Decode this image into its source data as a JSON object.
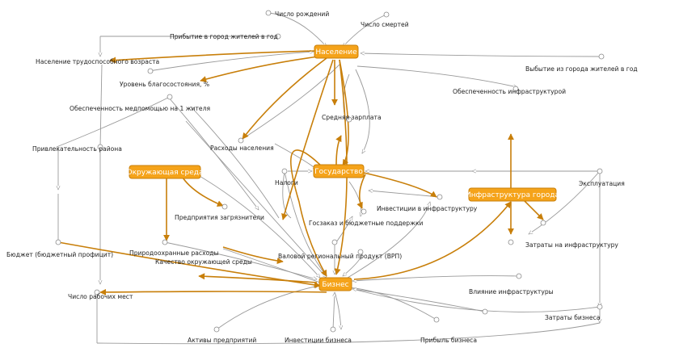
{
  "colors": {
    "node_fill": "#f5a31a",
    "node_stroke": "#c87f0a",
    "strong_link": "#c87f0a",
    "weak_link": "#9a9a9a",
    "label_text": "#222222"
  },
  "nodes": {
    "population": "Население",
    "environment": "Окружающая среда",
    "state": "Государство",
    "infrastructure": "Инфраструктура города",
    "business": "Бизнес"
  },
  "labels": {
    "births": "Число рождений",
    "deaths": "Число смертей",
    "newcomers_yearly": "Прибытие в город жителей в год",
    "departures_yearly": "Выбытие из города жителей в год",
    "working_age": "Население трудоспособного возраста",
    "living_standard": "Уровень благосостояния, %",
    "healthcare_per_capita": "Обеспеченность медпомощью на 1 жителя",
    "infrastructure_supply": "Обеспеченность инфраструктурой",
    "average_wage": "Средняя зарплата",
    "attractiveness": "Привлекательность района",
    "population_expenses": "Расходы населения",
    "taxes": "Налоги",
    "investments_infra": "Инвестиции в инфраструктуру",
    "maintenance": "Эксплуатация",
    "pollution": "Предприятия загрязнители",
    "gov_orders": "Госзаказ и бюджетные поддержки",
    "gross_product": "Валовой региональный продукт (ВРП)",
    "infra_costs": "Затраты на инфраструктуру",
    "budget": "Бюджет (бюджетный профицит)",
    "environmental_expenses": "Природоохранные расходы",
    "environment_quality": "Качество окружающей среды",
    "jobs": "Число рабочих мест",
    "infra_effect": "Влияние инфраструктуры",
    "business_costs": "Затраты бизнеса",
    "assets": "Активы предприятий",
    "business_investments": "Инвестиции бизнеса",
    "profit": "Прибыль бизнеса"
  }
}
